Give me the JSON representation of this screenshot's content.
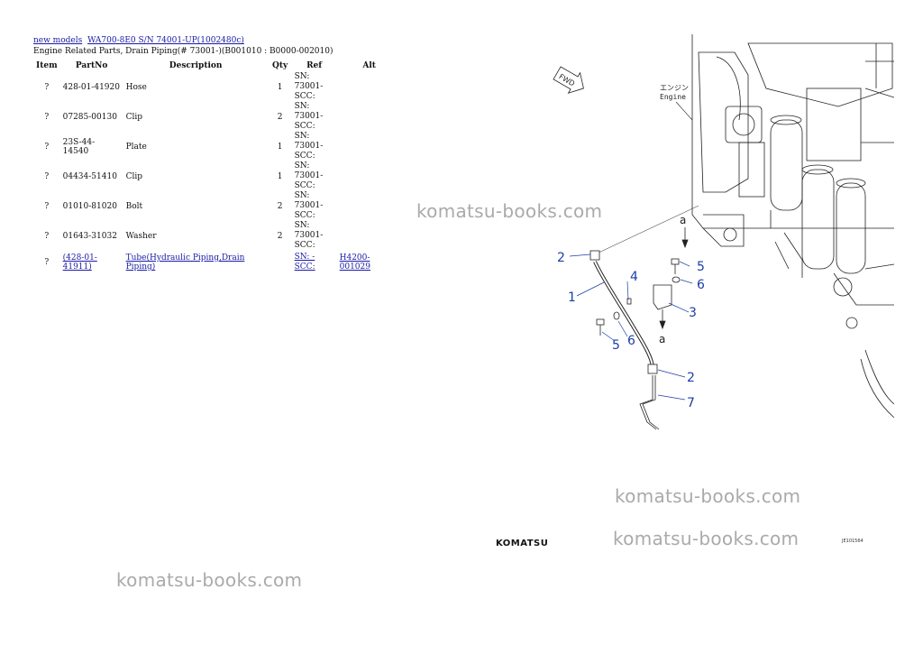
{
  "breadcrumb": {
    "link1": "new models",
    "link2": "WA700-8E0 S/N 74001-UP(1002480c)"
  },
  "subtitle": "Engine Related Parts, Drain Piping(# 73001-)(B001010 : B0000-002010)",
  "table": {
    "headers": {
      "item": "Item",
      "partno": "PartNo",
      "description": "Description",
      "qty": "Qty",
      "ref": "Ref",
      "alt": "Alt"
    },
    "rows": [
      {
        "item": "?",
        "partno": "428-01-41920",
        "description": "Hose",
        "qty": "1",
        "ref1": "SN: 73001-",
        "ref2": "SCC:",
        "alt": ""
      },
      {
        "item": "?",
        "partno": "07285-00130",
        "description": "Clip",
        "qty": "2",
        "ref1": "SN: 73001-",
        "ref2": "SCC:",
        "alt": ""
      },
      {
        "item": "?",
        "partno": "23S-44-14540",
        "description": "Plate",
        "qty": "1",
        "ref1": "SN: 73001-",
        "ref2": "SCC:",
        "alt": ""
      },
      {
        "item": "?",
        "partno": "04434-51410",
        "description": "Clip",
        "qty": "1",
        "ref1": "SN: 73001-",
        "ref2": "SCC:",
        "alt": ""
      },
      {
        "item": "?",
        "partno": "01010-81020",
        "description": "Bolt",
        "qty": "2",
        "ref1": "SN: 73001-",
        "ref2": "SCC:",
        "alt": ""
      },
      {
        "item": "?",
        "partno": "01643-31032",
        "description": "Washer",
        "qty": "2",
        "ref1": "SN: 73001-",
        "ref2": "SCC:",
        "alt": ""
      },
      {
        "item": "?",
        "partno": "(428-01-41911)",
        "description": "Tube(Hydraulic Piping,Drain Piping)",
        "qty": "",
        "ref1": "SN: -",
        "ref2": "SCC:",
        "alt": "H4200-001029"
      }
    ]
  },
  "watermark": "komatsu-books.com",
  "logo": "KOMATSU",
  "drawing_number": "JE101564",
  "diagram": {
    "fwd": "FWD",
    "engine_jp": "エンジン",
    "engine_en": "Engine",
    "callouts": {
      "c1": "1",
      "c2a": "2",
      "c2b": "2",
      "c3": "3",
      "c4": "4",
      "c5a": "5",
      "c5b": "5",
      "c6a": "6",
      "c6b": "6",
      "c7": "7",
      "a1": "a",
      "a2": "a"
    },
    "accent_color": "#1a3ea8"
  }
}
